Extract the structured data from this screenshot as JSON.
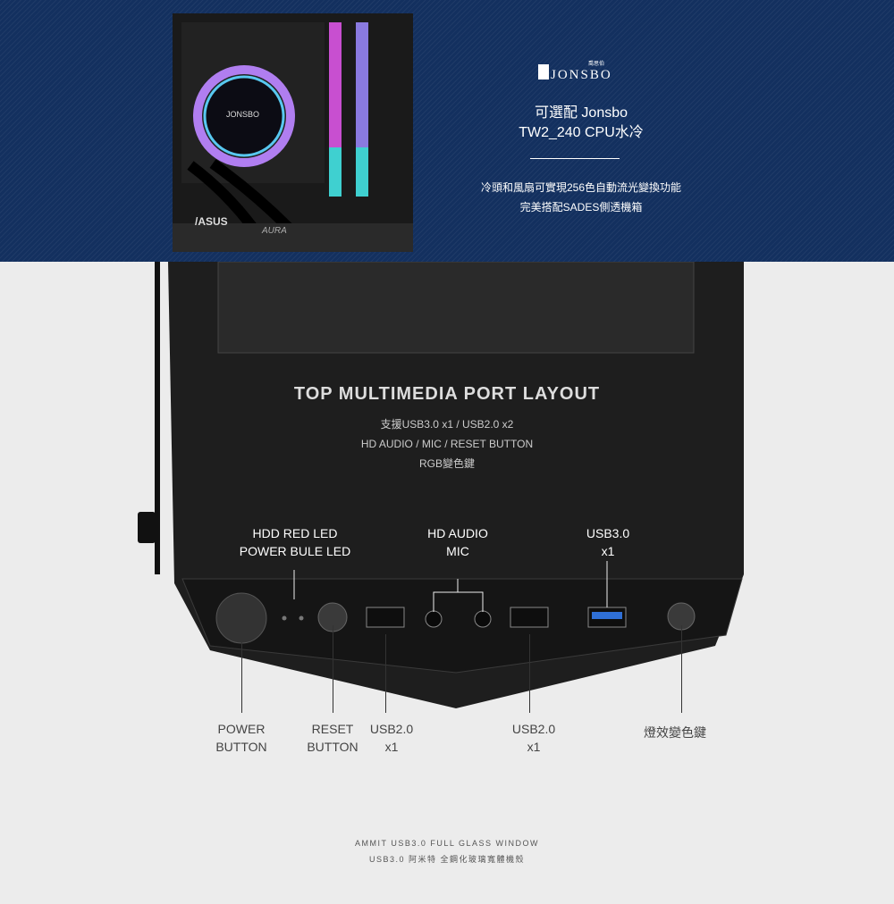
{
  "banner": {
    "logo": "JONSBO",
    "logo_cn": "喬思伯",
    "title_line1": "可選配 Jonsbo",
    "title_line2": "TW2_240 CPU水冷",
    "desc_line1": "冷頭和風扇可實現256色自動流光變換功能",
    "desc_line2": "完美搭配SADES側透機箱",
    "photo_logo": "JONSBO",
    "photo_brand": "/ASUS",
    "photo_series": "AURA"
  },
  "ports": {
    "title": "TOP MULTIMEDIA PORT LAYOUT",
    "line1": "支援USB3.0 x1 / USB2.0 x2",
    "line2": "HD AUDIO / MIC / RESET BUTTON",
    "line3": "RGB變色鍵",
    "top_labels": [
      {
        "l1": "HDD RED LED",
        "l2": "POWER BULE LED"
      },
      {
        "l1": "HD AUDIO",
        "l2": "MIC"
      },
      {
        "l1": "USB3.0",
        "l2": "x1"
      }
    ],
    "bottom_labels": [
      {
        "l1": "POWER",
        "l2": "BUTTON"
      },
      {
        "l1": "RESET",
        "l2": "BUTTON"
      },
      {
        "l1": "USB2.0",
        "l2": "x1"
      },
      {
        "l1": "USB2.0",
        "l2": "x1"
      },
      {
        "l1": "燈效變色鍵",
        "l2": ""
      }
    ]
  },
  "footer": {
    "line1": "AMMIT USB3.0 FULL GLASS WINDOW",
    "line2": "USB3.0 阿米特 全鋼化玻璃寬體機殼"
  },
  "colors": {
    "banner": "#13305f",
    "background": "#ececec",
    "case": "#1c1c1c",
    "usb3": "#2f6fd6"
  }
}
